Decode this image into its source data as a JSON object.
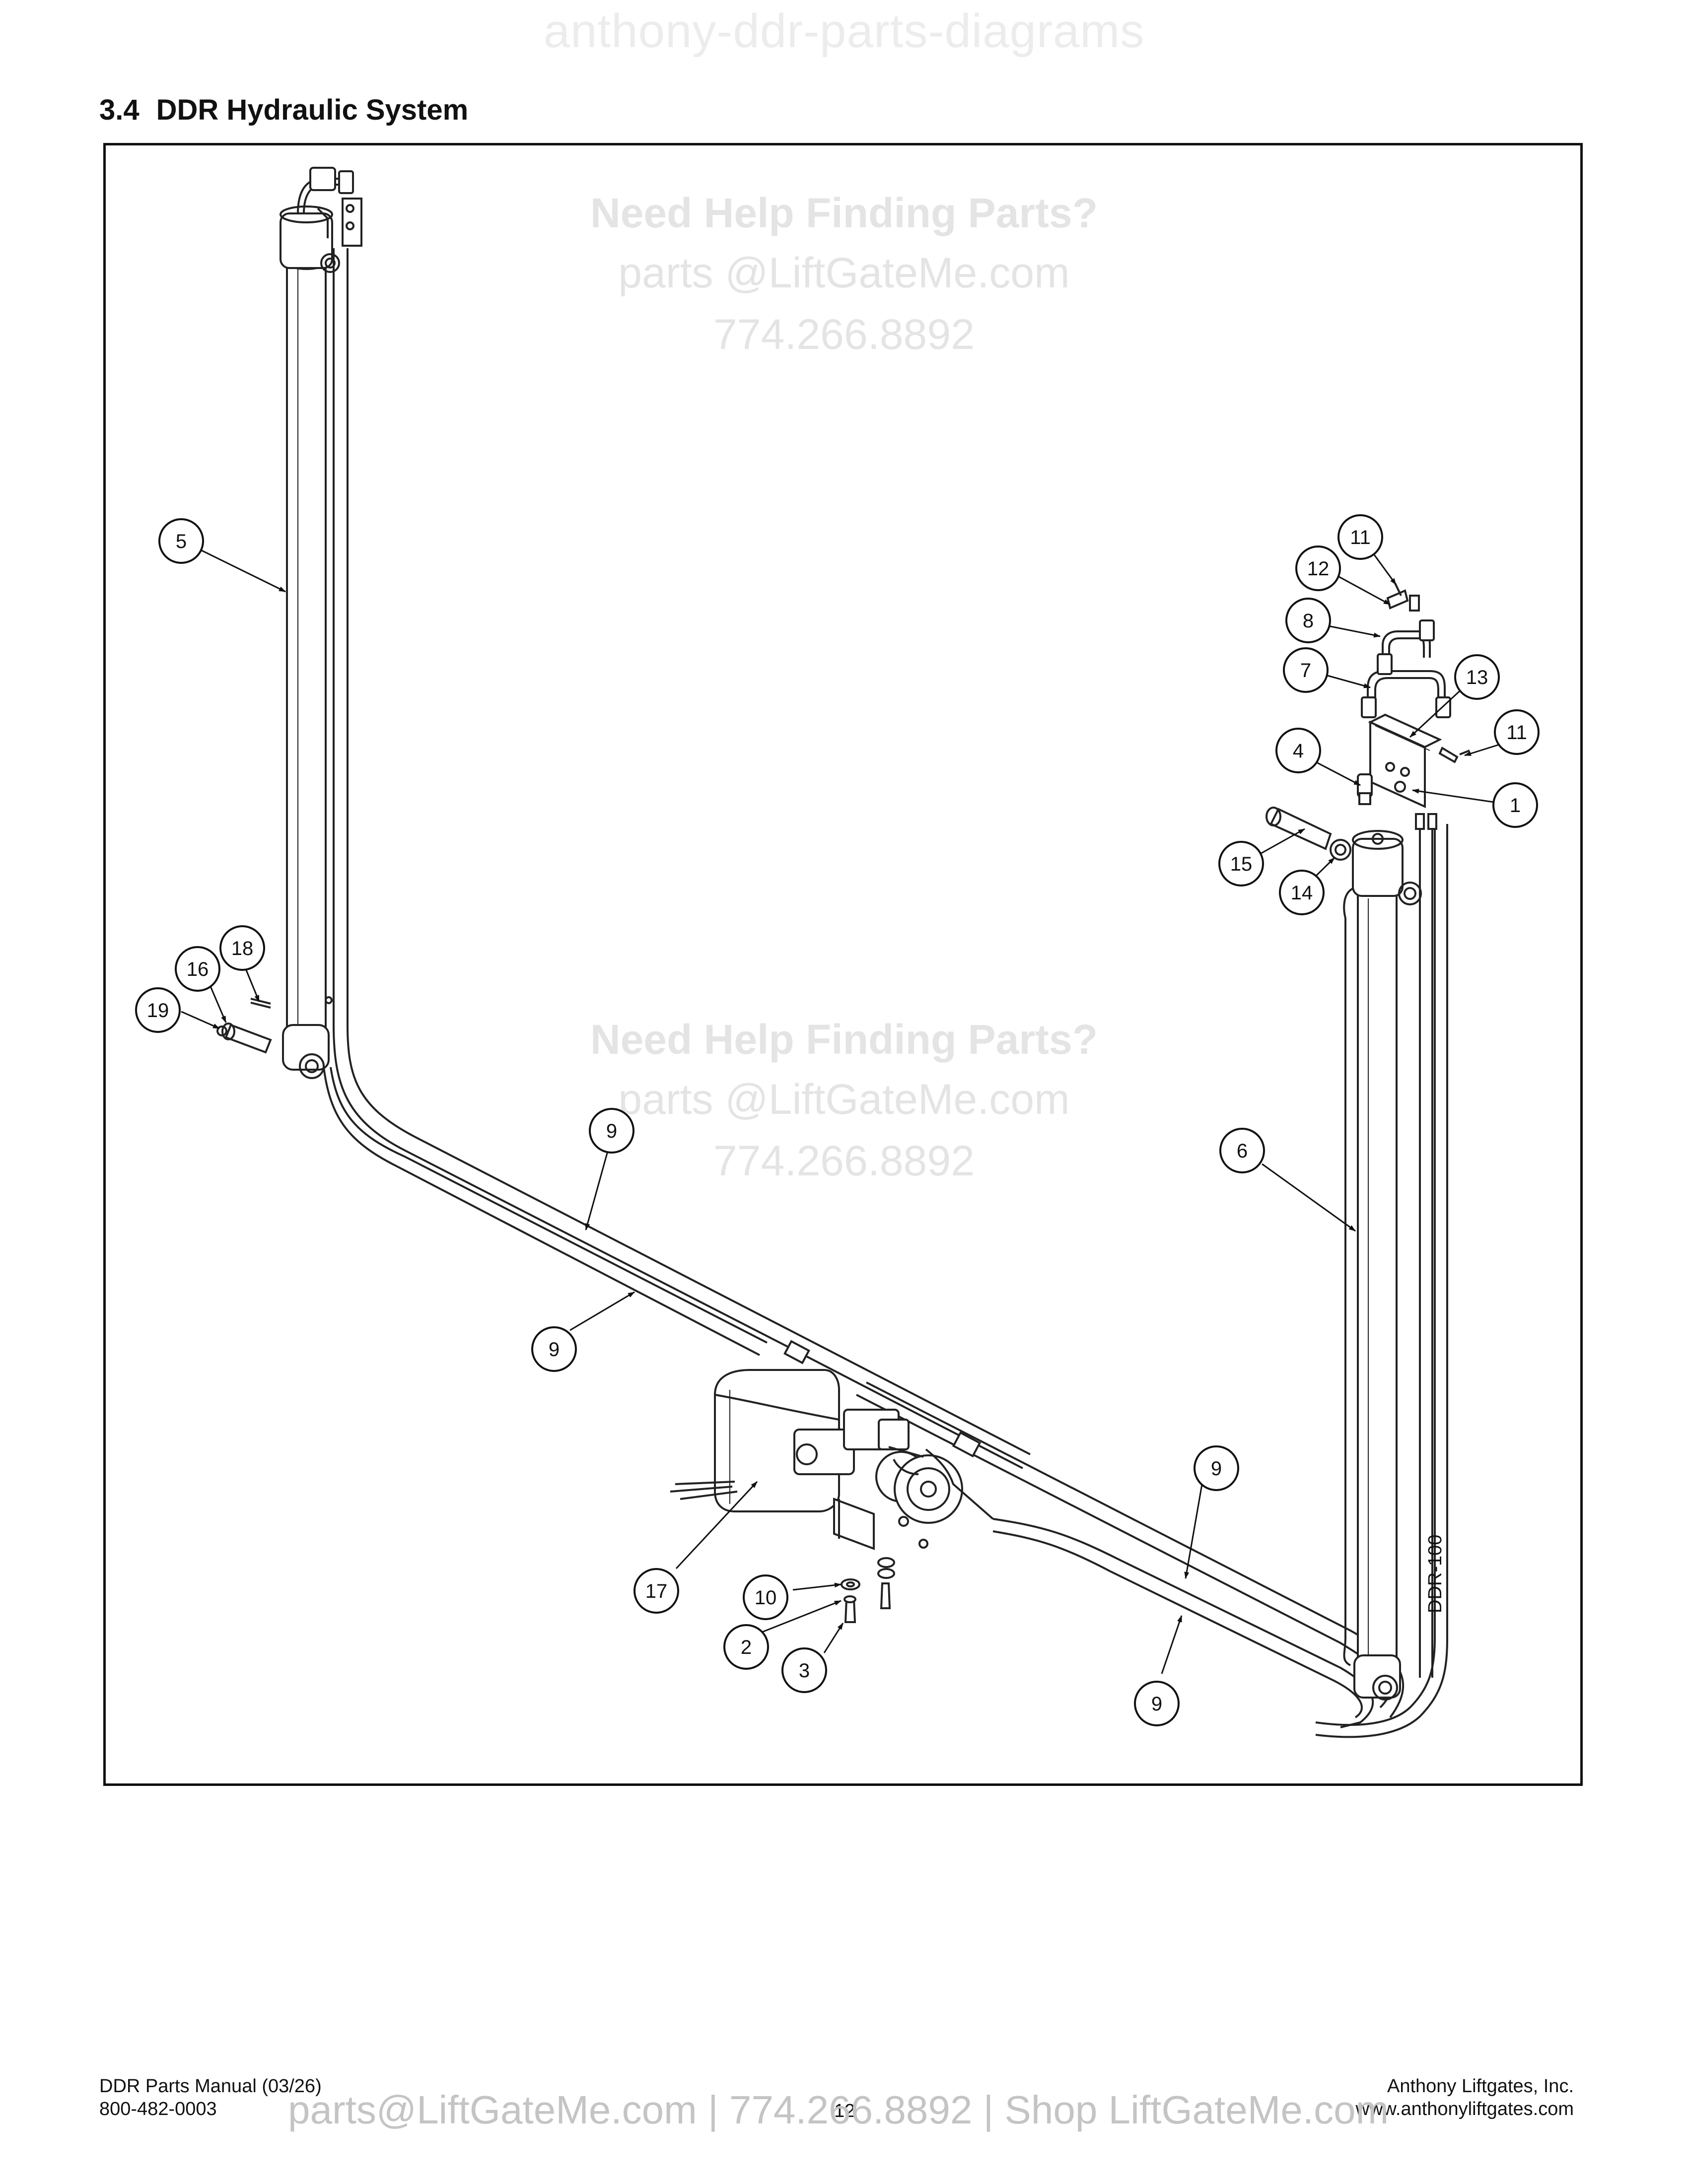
{
  "watermark": {
    "top": "anthony-ddr-parts-diagrams",
    "help": "Need Help Finding Parts?",
    "email": "parts @LiftGateMe.com",
    "phone": "774.266.8892",
    "footer": "parts@LiftGateMe.com | 774.266.8892 | Shop LiftGateMe.com"
  },
  "section": {
    "number": "3.4",
    "title": "DDR Hydraulic System"
  },
  "drawing_code": "DDR-100",
  "callouts": [
    {
      "id": "c5",
      "label": "5"
    },
    {
      "id": "c11a",
      "label": "11"
    },
    {
      "id": "c12",
      "label": "12"
    },
    {
      "id": "c8",
      "label": "8"
    },
    {
      "id": "c7",
      "label": "7"
    },
    {
      "id": "c13",
      "label": "13"
    },
    {
      "id": "c11b",
      "label": "11"
    },
    {
      "id": "c4",
      "label": "4"
    },
    {
      "id": "c1",
      "label": "1"
    },
    {
      "id": "c15",
      "label": "15"
    },
    {
      "id": "c14",
      "label": "14"
    },
    {
      "id": "c18",
      "label": "18"
    },
    {
      "id": "c16",
      "label": "16"
    },
    {
      "id": "c19",
      "label": "19"
    },
    {
      "id": "c9a",
      "label": "9"
    },
    {
      "id": "c6",
      "label": "6"
    },
    {
      "id": "c9b",
      "label": "9"
    },
    {
      "id": "c9c",
      "label": "9"
    },
    {
      "id": "c17",
      "label": "17"
    },
    {
      "id": "c10",
      "label": "10"
    },
    {
      "id": "c2",
      "label": "2"
    },
    {
      "id": "c3",
      "label": "3"
    },
    {
      "id": "c9d",
      "label": "9"
    }
  ],
  "footer": {
    "manual": "DDR Parts Manual (03/26)",
    "phone": "800-482-0003",
    "page": "12",
    "company": "Anthony Liftgates, Inc.",
    "website": "www.anthonyliftgates.com"
  }
}
